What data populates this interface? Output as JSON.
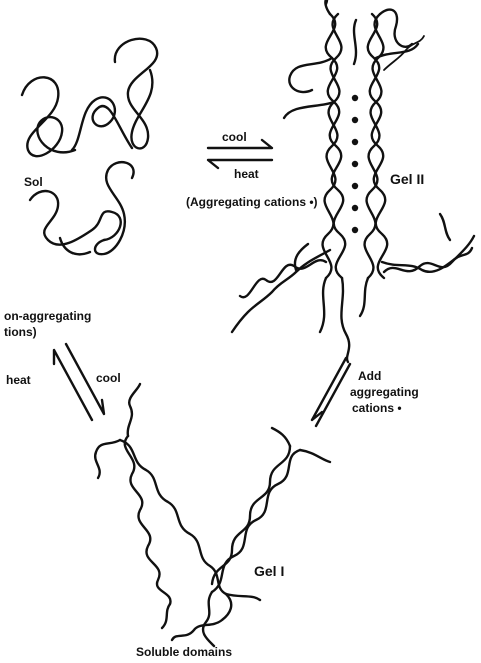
{
  "labels": {
    "sol": "Sol",
    "cool_top": "cool",
    "heat_top": "heat",
    "aggregating_cations": "(Aggregating cations •)",
    "gel_two": "Gel II",
    "non_aggregating_line1": "on-aggregating",
    "non_aggregating_line2": "tions)",
    "heat_left": "heat",
    "cool_left": "cool",
    "add_line1": "Add",
    "add_line2": "aggregating",
    "add_line3": "cations •",
    "gel_one": "Gel I",
    "soluble_domains": "Soluble domains"
  },
  "colors": {
    "ink": "#111111",
    "background": "#ffffff"
  }
}
